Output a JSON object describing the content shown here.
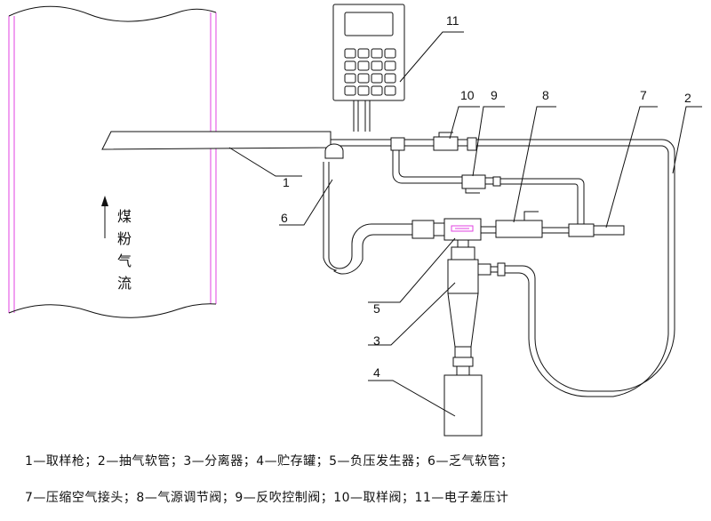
{
  "diagram": {
    "component_numbers": {
      "n1": "1",
      "n2": "2",
      "n3": "3",
      "n4": "4",
      "n5": "5",
      "n6": "6",
      "n7": "7",
      "n8": "8",
      "n9": "9",
      "n10": "10",
      "n11": "11"
    },
    "flow_label": [
      "煤",
      "粉",
      "气",
      "流"
    ],
    "legend": {
      "line1": "1—取样枪；2—抽气软管；3—分离器；4—贮存罐；5—负压发生器；6—乏气软管；",
      "line2": "7—压缩空气接头；8—气源调节阀；9—反吹控制阀；10—取样阀；11—电子差压计"
    },
    "colors": {
      "line": "#111111",
      "duct_wall": "#e040e0",
      "generator_mark": "#e040e0"
    }
  }
}
